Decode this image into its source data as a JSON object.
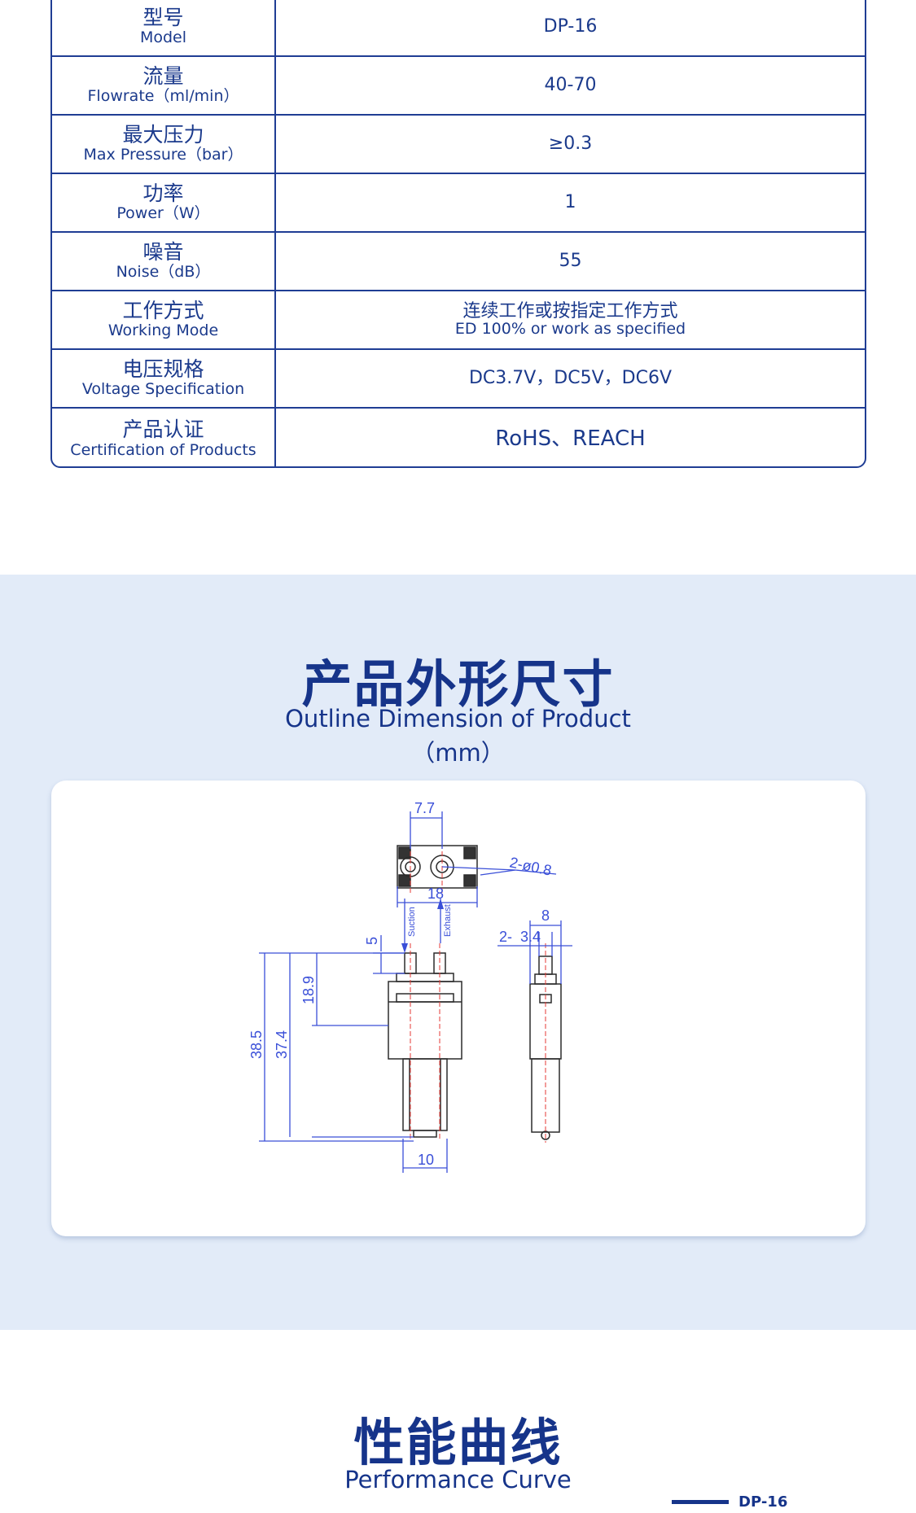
{
  "spec_table": {
    "rows": [
      {
        "label_zh": "型号",
        "label_en": "Model",
        "value": "DP-16"
      },
      {
        "label_zh": "流量",
        "label_en": "Flowrate（ml/min）",
        "value": "40-70"
      },
      {
        "label_zh": "最大压力",
        "label_en": "Max Pressure（bar）",
        "value": "≥0.3"
      },
      {
        "label_zh": "功率",
        "label_en": "Power（W）",
        "value": "1"
      },
      {
        "label_zh": "噪音",
        "label_en": "Noise（dB）",
        "value": "55"
      },
      {
        "label_zh": "工作方式",
        "label_en": "Working Mode",
        "value_zh": "连续工作或按指定工作方式",
        "value_en": "ED 100% or work as specified"
      },
      {
        "label_zh": "电压规格",
        "label_en": "Voltage Specification",
        "value": "DC3.7V，DC5V，DC6V"
      },
      {
        "label_zh": "产品认证",
        "label_en": "Certification of Products",
        "value": "RoHS、REACH"
      }
    ]
  },
  "outline": {
    "title_zh": "产品外形尺寸",
    "title_en": "Outline Dimension of Product",
    "unit": "（mm）",
    "dims": {
      "top_width": "7.7",
      "holes": "2-ø0.8",
      "top_length": "18",
      "suction": "Suction",
      "exhaust": "Exhaust",
      "nozzle": "5",
      "h1": "18.9",
      "h2": "37.4",
      "h3": "38.5",
      "motor_w": "10",
      "side_w": "8",
      "side_nozzle": "2-  3.4"
    }
  },
  "performance": {
    "title_zh": "性能曲线",
    "title_en": "Performance Curve",
    "legend": "DP-16"
  }
}
